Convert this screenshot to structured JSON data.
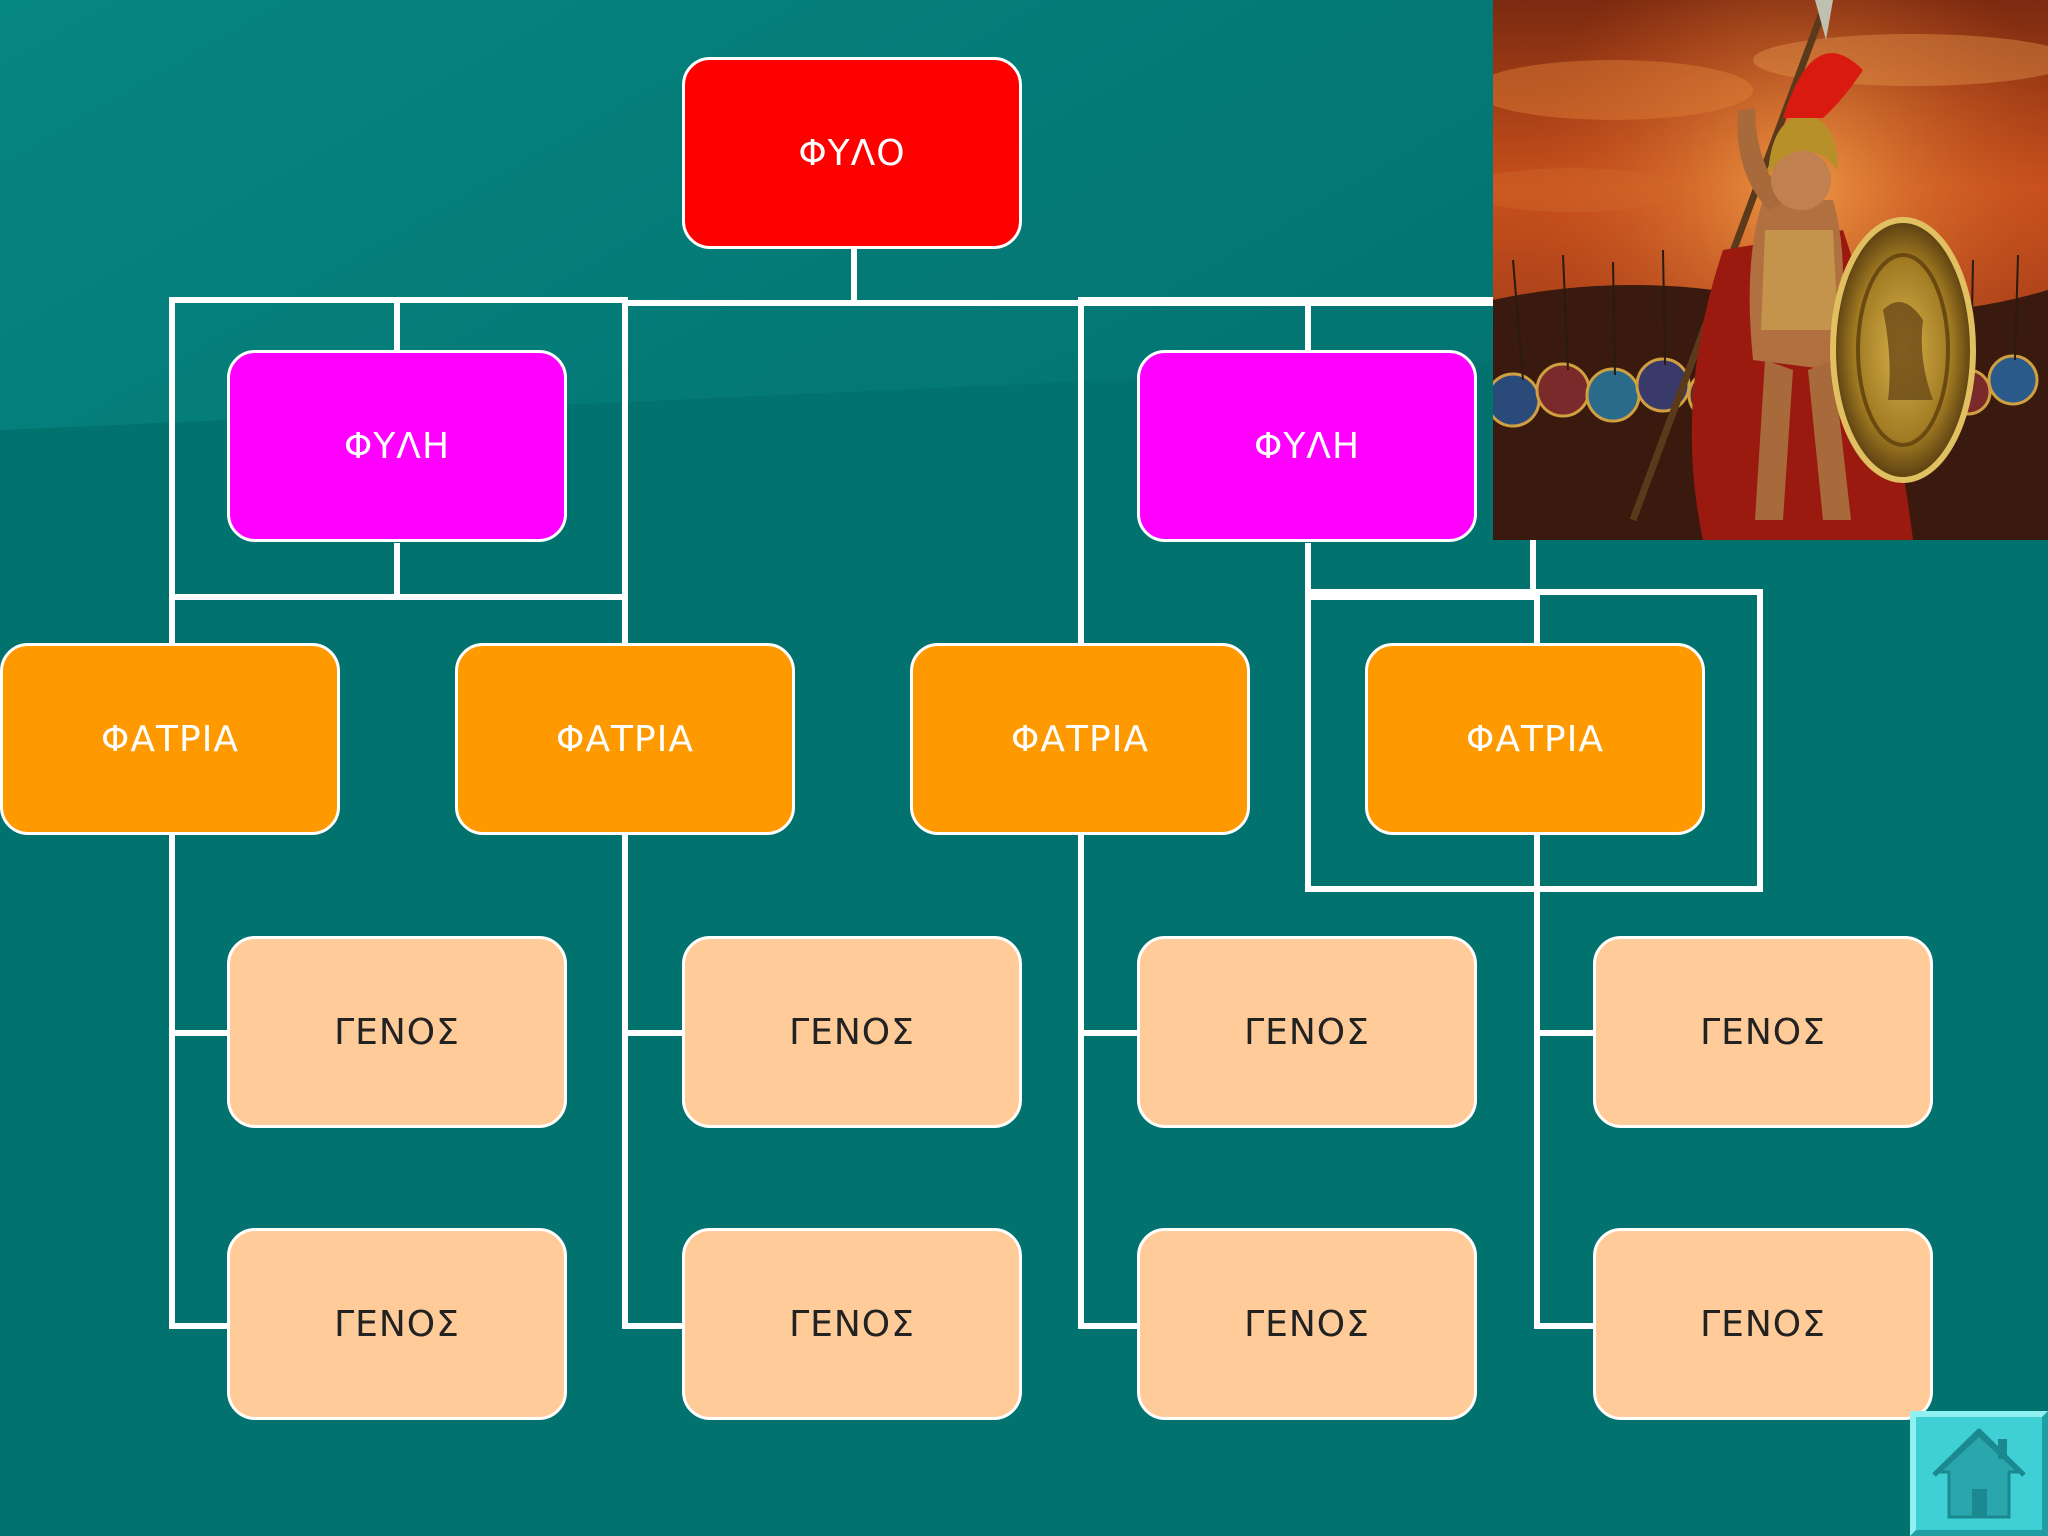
{
  "diagram": {
    "root": {
      "label": "ΦΥΛΟ",
      "color": "#ff0000"
    },
    "phylai": [
      {
        "label": "ΦΥΛΗ",
        "color": "#ff00ff"
      },
      {
        "label": "ΦΥΛΗ",
        "color": "#ff00ff"
      }
    ],
    "phratries": [
      {
        "label": "ΦΑΤΡΙΑ",
        "color": "#ff9900",
        "gene": [
          "ΓΕΝΟΣ",
          "ΓΕΝΟΣ"
        ]
      },
      {
        "label": "ΦΑΤΡΙΑ",
        "color": "#ff9900",
        "gene": [
          "ΓΕΝΟΣ",
          "ΓΕΝΟΣ"
        ]
      },
      {
        "label": "ΦΑΤΡΙΑ",
        "color": "#ff9900",
        "gene": [
          "ΓΕΝΟΣ",
          "ΓΕΝΟΣ"
        ]
      },
      {
        "label": "ΦΑΤΡΙΑ",
        "color": "#ff9900",
        "gene": [
          "ΓΕΝΟΣ",
          "ΓΕΝΟΣ"
        ]
      }
    ],
    "genos_color": "#ffcc99",
    "background_color": "#02726f",
    "connector_color": "#ffffff"
  },
  "illustration": {
    "subject": "ancient-greek-warrior-with-spear-and-shield"
  },
  "navigation": {
    "home_icon": "house-icon",
    "button_color": "#3fd0d6"
  }
}
